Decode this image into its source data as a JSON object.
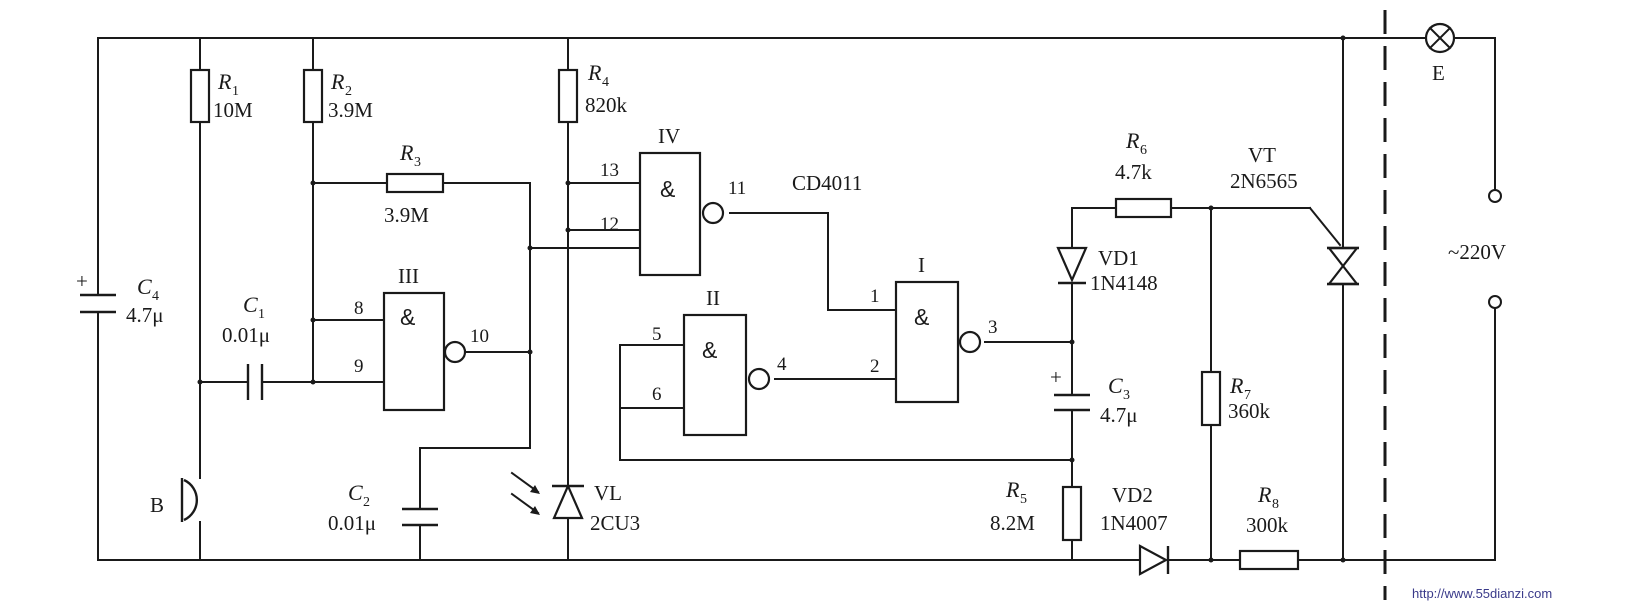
{
  "components": {
    "R1": {
      "sym": "R",
      "sub": "1",
      "value": "10M"
    },
    "R2": {
      "sym": "R",
      "sub": "2",
      "value": "3.9M"
    },
    "R3": {
      "sym": "R",
      "sub": "3",
      "value": "3.9M"
    },
    "R4": {
      "sym": "R",
      "sub": "4",
      "value": "820k"
    },
    "R5": {
      "sym": "R",
      "sub": "5",
      "value": "8.2M"
    },
    "R6": {
      "sym": "R",
      "sub": "6",
      "value": "4.7k"
    },
    "R7": {
      "sym": "R",
      "sub": "7",
      "value": "360k"
    },
    "R8": {
      "sym": "R",
      "sub": "8",
      "value": "300k"
    },
    "C1": {
      "sym": "C",
      "sub": "1",
      "value": "0.01μ"
    },
    "C2": {
      "sym": "C",
      "sub": "2",
      "value": "0.01μ"
    },
    "C3": {
      "sym": "C",
      "sub": "3",
      "value": "4.7μ"
    },
    "C4": {
      "sym": "C",
      "sub": "4",
      "value": "4.7μ"
    },
    "VD1": {
      "name": "VD1",
      "part": "1N4148"
    },
    "VD2": {
      "name": "VD2",
      "part": "1N4007"
    },
    "VL": {
      "name": "VL",
      "part": "2CU3"
    },
    "VT": {
      "name": "VT",
      "part": "2N6565"
    },
    "B": {
      "name": "B"
    },
    "E": {
      "name": "E"
    },
    "ic": "CD4011",
    "supply": "~220V"
  },
  "gates": {
    "I": {
      "label": "I",
      "symbol": "&",
      "in1": "1",
      "in2": "2",
      "out": "3"
    },
    "II": {
      "label": "II",
      "symbol": "&",
      "in1": "5",
      "in2": "6",
      "out": "4"
    },
    "III": {
      "label": "III",
      "symbol": "&",
      "in1": "8",
      "in2": "9",
      "out": "10"
    },
    "IV": {
      "label": "IV",
      "symbol": "&",
      "in1": "13",
      "in2": "12",
      "out": "11"
    }
  },
  "plus_sign": "+",
  "watermark": "http://www.55dianzi.com"
}
